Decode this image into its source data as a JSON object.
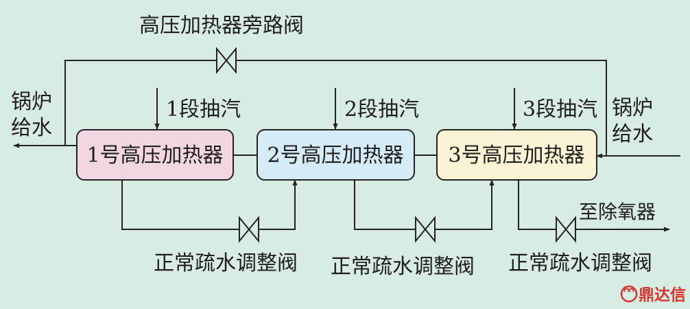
{
  "diagram": {
    "bypass_valve_label": "高压加热器旁路阀",
    "feedwater_out_label": [
      "锅炉",
      "给水"
    ],
    "feedwater_in_label": [
      "锅炉",
      "给水"
    ],
    "heaters": [
      {
        "label": "1号高压加热器",
        "color": "#f2d6e4"
      },
      {
        "label": "2号高压加热器",
        "color": "#d5ebf6"
      },
      {
        "label": "3号高压加热器",
        "color": "#fbf4d4"
      }
    ],
    "extractions": [
      "1段抽汽",
      "2段抽汽",
      "3段抽汽"
    ],
    "drain_valves": [
      "正常疏水调整阀",
      "正常疏水调整阀",
      "正常疏水调整阀"
    ],
    "deaerator_label": "至除氧器"
  },
  "watermark": {
    "brand": "鼎达信",
    "color": "#d9352b"
  }
}
